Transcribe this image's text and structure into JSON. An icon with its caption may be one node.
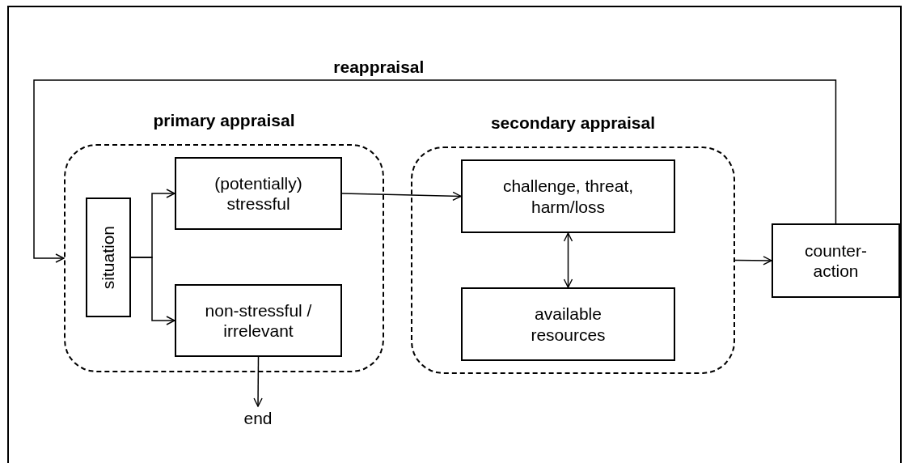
{
  "diagram": {
    "nodes": [
      {
        "text": [
          "primary appraisal"
        ]
      },
      {
        "text": [
          "situation"
        ],
        "in": 0
      },
      {
        "text": [
          "(potentially) stressful"
        ],
        "in": 0
      },
      {
        "text": [
          "non-stressful / irrelevant"
        ],
        "in": 0
      },
      {
        "text": [
          "end"
        ]
      },
      {
        "text": [
          "secondary appraisal"
        ]
      },
      {
        "text": [
          "challenge, threat, harm/loss"
        ],
        "in": 5
      },
      {
        "text": [
          "available resources"
        ],
        "in": 5
      },
      {
        "text": [
          "counter-action"
        ]
      }
    ],
    "edges": [
      {
        "from": 1,
        "to": 2,
        "arrow": "to"
      },
      {
        "from": 1,
        "to": 3,
        "arrow": "to"
      },
      {
        "from": 2,
        "to": 6,
        "arrow": "to"
      },
      {
        "from": 3,
        "to": 4,
        "arrow": "to"
      },
      {
        "from": 6,
        "to": 7,
        "arrow": "both"
      },
      {
        "from": 5,
        "to": 8,
        "arrow": "to"
      },
      {
        "from": 8,
        "to": 0,
        "arrow": "to",
        "label": "reappraisal"
      }
    ]
  }
}
